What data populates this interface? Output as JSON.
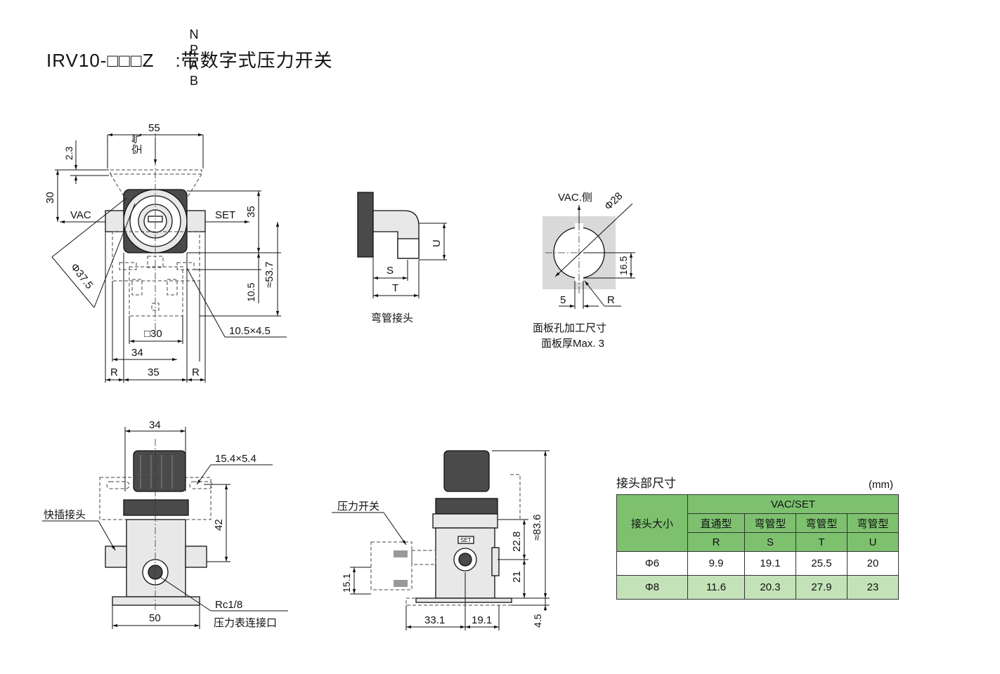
{
  "title": {
    "model": "IRV10-□□□Z",
    "suffix_options": [
      "N",
      "P",
      "A",
      "B"
    ],
    "description": ":带数字式压力开关"
  },
  "front_view": {
    "dims": {
      "width_top": "55",
      "top_offset": "2.3",
      "height_30": "30",
      "height_35": "35",
      "dia": "Φ37.5",
      "height_53_7": "≈53.7",
      "height_10_5": "10.5",
      "square": "□30",
      "slot": "10.5×4.5",
      "width_34": "34",
      "width_35": "35",
      "r_left": "R",
      "r_right": "R"
    },
    "labels": {
      "air": "空气",
      "vac": "VAC",
      "set": "SET"
    }
  },
  "elbow_view": {
    "dims": {
      "u": "U",
      "s": "S",
      "t": "T"
    },
    "caption": "弯管接头"
  },
  "panel_cutout": {
    "dims": {
      "vac_side": "VAC.侧",
      "dia": "Φ28",
      "h": "16.5",
      "w": "5",
      "r": "R"
    },
    "caption1": "面板孔加工尺寸",
    "caption2": "面板厚Max. 3"
  },
  "bottom_left_view": {
    "dims": {
      "width_34": "34",
      "slot": "15.4×5.4",
      "height_42": "42",
      "width_50": "50",
      "port": "Rc1/8"
    },
    "labels": {
      "quick_fit": "快插接头",
      "gauge_port": "压力表连接口"
    }
  },
  "side_view": {
    "dims": {
      "h_83_6": "≈83.6",
      "h_22_8": "22.8",
      "h_21": "21",
      "h_15_1": "15.1",
      "w_33_1": "33.1",
      "w_19_1": "19.1",
      "h_4_5": "4.5"
    },
    "labels": {
      "pressure_switch": "压力开关",
      "set_badge": "SET"
    }
  },
  "fitting_table": {
    "caption": "接头部尺寸",
    "unit": "(mm)",
    "header_row1": {
      "col0": "接头大小",
      "group": "VAC/SET"
    },
    "header_row2": [
      "直通型",
      "弯管型",
      "弯管型",
      "弯管型"
    ],
    "header_row3": [
      "R",
      "S",
      "T",
      "U"
    ],
    "rows": [
      {
        "size": "Φ6",
        "values": [
          "9.9",
          "19.1",
          "25.5",
          "20"
        ]
      },
      {
        "size": "Φ8",
        "values": [
          "11.6",
          "20.3",
          "27.9",
          "23"
        ]
      }
    ]
  },
  "colors": {
    "table_header": "#7dc16f",
    "table_alt_row": "#c3e2b8"
  }
}
